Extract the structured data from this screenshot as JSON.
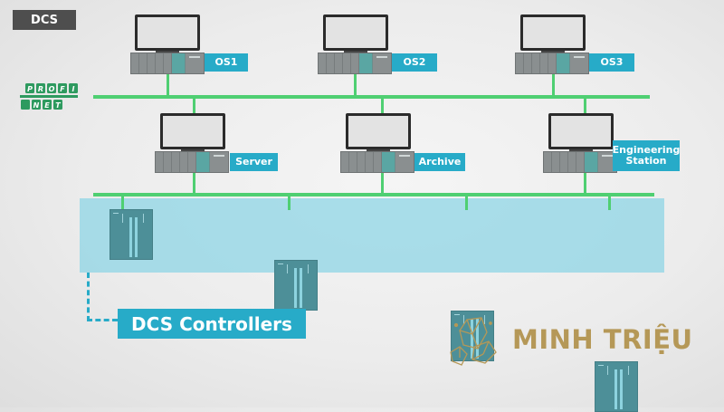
{
  "diagram": {
    "title": "DCS",
    "network_logo": {
      "line1": "PROFI",
      "line2": "NET",
      "icon": "profinet-logo"
    },
    "colors": {
      "network_line": "#4fcf72",
      "label_bg": "#27abc8",
      "title_bg": "#4e4e4e",
      "controller_band": "#8ad4e4",
      "brand": "#b59857"
    },
    "operator_stations": [
      {
        "label": "OS1"
      },
      {
        "label": "OS2"
      },
      {
        "label": "OS3"
      }
    ],
    "servers": [
      {
        "label": "Server"
      },
      {
        "label": "Archive"
      },
      {
        "label_line1": "Engineering",
        "label_line2": "Station"
      }
    ],
    "controllers": {
      "count": 4,
      "callout": "DCS Controllers"
    },
    "brand": {
      "name": "MINH TRIỆU",
      "icon": "crystal-logo-icon"
    }
  }
}
